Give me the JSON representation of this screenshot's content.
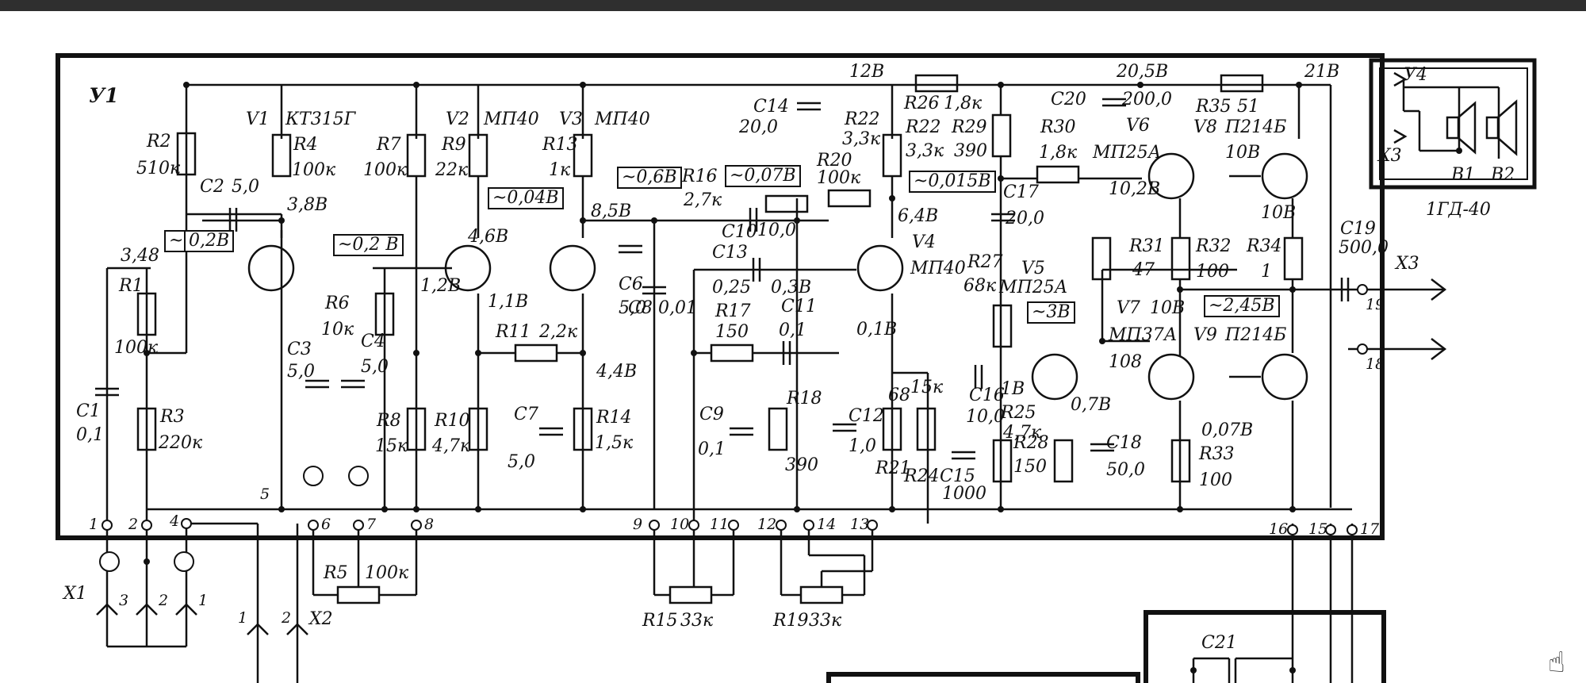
{
  "board": {
    "id": "У1",
    "speaker_id": "У4",
    "speaker_conn": "Х3",
    "speaker_b1": "В1",
    "speaker_b2": "В2",
    "speaker_model": "1ГД-40"
  },
  "rails": {
    "v12": "12В",
    "v205": "20,5В",
    "v21": "21В"
  },
  "components": {
    "r2": [
      "R2",
      "510к"
    ],
    "c2": [
      "C2",
      "5,0"
    ],
    "v1": [
      "V1",
      "КТ315Г"
    ],
    "r4": [
      "R4",
      "100к"
    ],
    "r7": [
      "R7",
      "100к"
    ],
    "v2": [
      "V2",
      "МП40"
    ],
    "r9": [
      "R9",
      "22к"
    ],
    "v3": [
      "V3",
      "МП40"
    ],
    "r13": [
      "R13",
      "1к"
    ],
    "c14": [
      "C14",
      "20,0"
    ],
    "r22a": [
      "R22",
      "3,3к"
    ],
    "r26": [
      "R26",
      "1,8к"
    ],
    "r22b": [
      "R22",
      "3,3к"
    ],
    "r29": [
      "R29",
      "390"
    ],
    "c20": [
      "C20",
      "200,0"
    ],
    "v6": "V6",
    "r35": [
      "R35",
      "51"
    ],
    "r30": [
      "R30",
      "1,8к"
    ],
    "v6type": "МП25А",
    "v8": [
      "V8",
      "П214Б"
    ],
    "r1": [
      "R1",
      "100к"
    ],
    "r3": [
      "R3",
      "220к"
    ],
    "c1": [
      "C1",
      "0,1"
    ],
    "r6": [
      "R6",
      "10к"
    ],
    "c3": [
      "C3",
      "5,0"
    ],
    "c4": [
      "C4",
      "5,0"
    ],
    "r8": [
      "R8",
      "15к"
    ],
    "r10": [
      "R10",
      "4,7к"
    ],
    "r11": [
      "R11",
      "2,2к"
    ],
    "c6": [
      "C6",
      "5,0"
    ],
    "c8": [
      "C8",
      "0,01"
    ],
    "c7": [
      "C7",
      "5,0"
    ],
    "r14": [
      "R14",
      "1,5к"
    ],
    "r16": [
      "R16",
      "2,7к"
    ],
    "c10": [
      "C10",
      "10,0"
    ],
    "r20": [
      "R20",
      "100к"
    ],
    "c13": [
      "C13",
      "0,25"
    ],
    "r17": [
      "R17",
      "150"
    ],
    "c11": [
      "C11",
      "0,1"
    ],
    "c9": [
      "C9",
      "0,1"
    ],
    "r18": [
      "R18",
      "390"
    ],
    "c12": [
      "C12",
      "1,0"
    ],
    "v4": [
      "V4",
      "МП40"
    ],
    "r21": [
      "R21",
      "68"
    ],
    "r24": [
      "R24",
      "15к"
    ],
    "c15": [
      "C15",
      "1000"
    ],
    "c17": [
      "C17",
      "20,0"
    ],
    "r27": [
      "R27",
      "68к"
    ],
    "v5": [
      "V5",
      "МП25А"
    ],
    "c16": [
      "C16",
      "10,0"
    ],
    "r25": [
      "R25",
      "4,7к"
    ],
    "r28": [
      "R28",
      "150"
    ],
    "c18": [
      "C18",
      "50,0"
    ],
    "r31": [
      "R31",
      "47"
    ],
    "r32": [
      "R32",
      "100"
    ],
    "r34": [
      "R34",
      "1"
    ],
    "v7": [
      "V7",
      "МП37А"
    ],
    "v9": [
      "V9",
      "П214Б"
    ],
    "r33": [
      "R33",
      "100"
    ],
    "c19": [
      "C19",
      "500,0"
    ],
    "c21": "C21",
    "r5": [
      "R5",
      "100к"
    ],
    "r15": [
      "R15",
      "33к"
    ],
    "r19": [
      "R19",
      "33к"
    ]
  },
  "voltages": {
    "v_3_48": "3,48",
    "v_3_8": "3,8В",
    "v_4_6": "4,6В",
    "v_1_2": "1,2В",
    "v_1_1": "1,1В",
    "v_8_5": "8,5В",
    "v_4_4": "4,4В",
    "v_6_4": "6,4В",
    "v_0_3": "0,3В",
    "v_0_1": "0,1В",
    "v_10_2": "10,2В",
    "v_10b_a": "10В",
    "v_10b_b": "10В",
    "v_10b_c": "10В",
    "v_1b": "1В",
    "v_0_7": "0,7В",
    "v_10_8": "108",
    "v_0_07": "0,07В"
  },
  "boxed": {
    "ac_0_2a": "0,2В",
    "ac_tilde": "~",
    "ac_0_2b": "~0,2 В",
    "ac_0_04": "~0,04В",
    "ac_0_6": "~0,6В",
    "ac_0_07": "~0,07В",
    "ac_0_015": "~0,015В",
    "ac_3": "~3В",
    "ac_2_45": "~2,45В"
  },
  "pins": [
    "1",
    "2",
    "4",
    "5",
    "6",
    "7",
    "8",
    "9",
    "10",
    "11",
    "12",
    "14",
    "13",
    "16",
    "15",
    "17",
    "19",
    "18"
  ],
  "connectors": {
    "x1": "Х1",
    "x2": "Х2",
    "x3": "Х3",
    "x1_pins": [
      "3",
      "2",
      "1"
    ],
    "x2_pins": [
      "1",
      "2"
    ]
  },
  "icons": {
    "cursor": "hand-cursor-icon"
  }
}
